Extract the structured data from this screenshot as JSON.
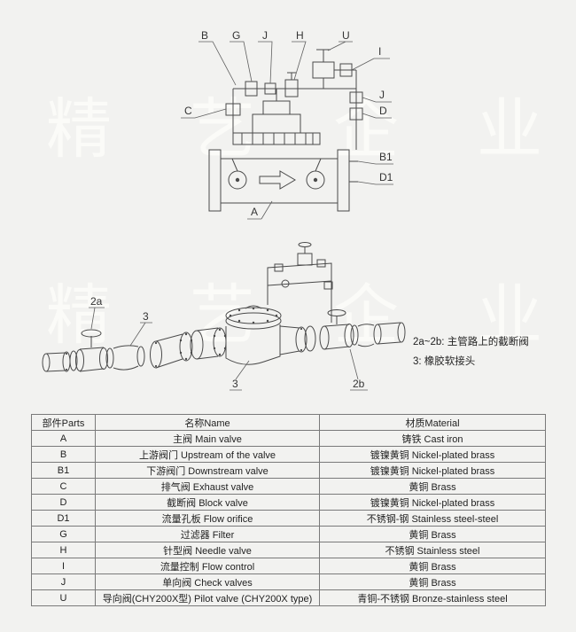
{
  "watermark": {
    "text1": "精艺企业",
    "text2": "精艺企业"
  },
  "diagram1": {
    "labels": {
      "B": "B",
      "G": "G",
      "J_top": "J",
      "H": "H",
      "U": "U",
      "I": "I",
      "C": "C",
      "J_right": "J",
      "D": "D",
      "B1": "B1",
      "D1": "D1",
      "A": "A"
    }
  },
  "diagram2": {
    "labels": {
      "valve_2a": "2a",
      "joint_3_left": "3",
      "joint_3_bottom": "3",
      "valve_2b": "2b"
    },
    "notes": {
      "line1": "2a~2b: 主管路上的截断阀",
      "line2": "3:  橡胶软接头"
    }
  },
  "table": {
    "headers": {
      "parts": "部件Parts",
      "name": "名称Name",
      "material": "材质Material"
    },
    "rows": [
      {
        "part": "A",
        "name": "主阀 Main valve",
        "material": "铸铁 Cast iron"
      },
      {
        "part": "B",
        "name": "上游阀门 Upstream of the valve",
        "material": "镀镍黄铜 Nickel-plated brass"
      },
      {
        "part": "B1",
        "name": "下游阀门 Downstream valve",
        "material": "镀镍黄铜 Nickel-plated brass"
      },
      {
        "part": "C",
        "name": "排气阀 Exhaust valve",
        "material": "黄铜 Brass"
      },
      {
        "part": "D",
        "name": "截断阀 Block valve",
        "material": "镀镍黄铜 Nickel-plated brass"
      },
      {
        "part": "D1",
        "name": "流量孔板 Flow orifice",
        "material": "不锈钢-钢 Stainless steel-steel"
      },
      {
        "part": "G",
        "name": "过滤器 Filter",
        "material": "黄铜 Brass"
      },
      {
        "part": "H",
        "name": "针型阀 Needle valve",
        "material": "不锈钢 Stainless steel"
      },
      {
        "part": "I",
        "name": "流量控制 Flow control",
        "material": "黄铜 Brass"
      },
      {
        "part": "J",
        "name": "单向阀 Check valves",
        "material": "黄铜 Brass"
      },
      {
        "part": "U",
        "name": "导向阀(CHY200X型) Pilot valve (CHY200X type)",
        "material": "青铜-不锈钢 Bronze-stainless steel"
      }
    ]
  }
}
